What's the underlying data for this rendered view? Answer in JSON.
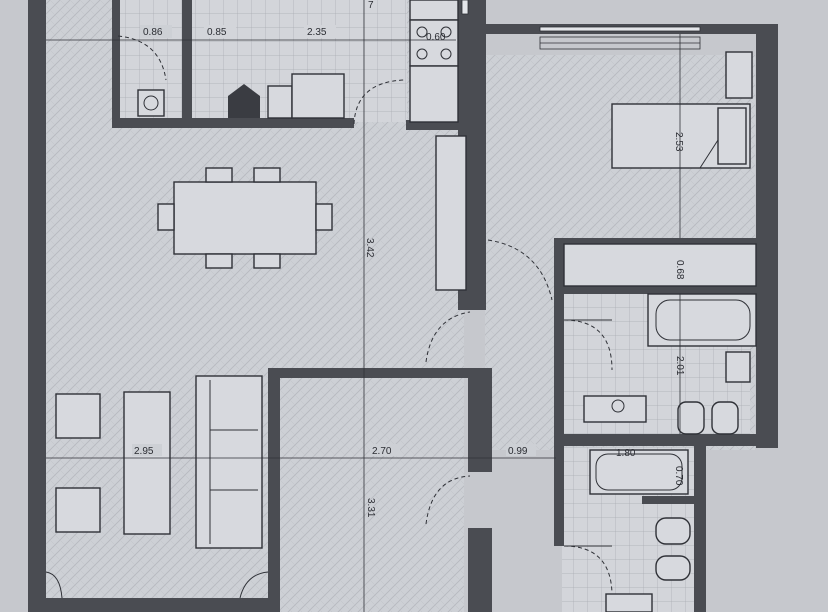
{
  "plan": {
    "dimensions": {
      "d_0_86": "0.86",
      "d_0_85": "0.85",
      "d_2_35": "2.35",
      "d_0_60": "0.60",
      "d_2_53": "2.53",
      "d_3_42": "3.42",
      "d_0_68": "0.68",
      "d_2_01": "2.01",
      "d_2_95": "2.95",
      "d_2_70": "2.70",
      "d_0_99": "0.99",
      "d_1_80": "1.80",
      "d_0_70": "0.70",
      "d_3_31": "3.31",
      "d_top_7": "7"
    }
  }
}
